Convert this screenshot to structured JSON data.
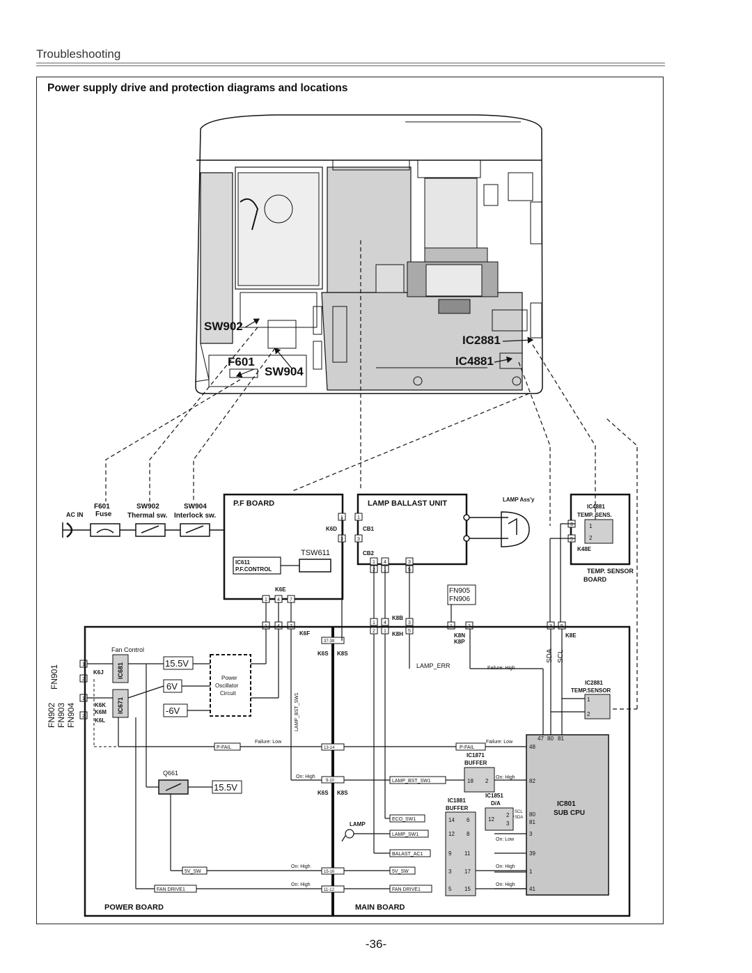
{
  "page": {
    "section": "Troubleshooting",
    "title": "Power supply drive and protection diagrams and locations",
    "page_number": "-36-"
  },
  "device_labels": {
    "sw902": "SW902",
    "f601": "F601",
    "sw904": "SW904",
    "ic2881": "IC2881",
    "ic4881": "IC4881"
  },
  "schematic": {
    "ac_in": "AC IN",
    "f601": "F601",
    "fuse": "Fuse",
    "sw902": "SW902",
    "thermal_sw": "Thermal sw.",
    "sw904": "SW904",
    "interlock_sw": "Interlock sw.",
    "pf_board": "P.F BOARD",
    "k6d": "K6D",
    "tsw611": "TSW611",
    "ic611": "IC611",
    "pf_control": "P.F.CONTROL",
    "k6e": "K6E",
    "lamp_ballast_unit": "LAMP BALLAST UNIT",
    "cb1": "CB1",
    "cb2": "CB2",
    "lamp_assy": "LAMP Ass'y",
    "ic4881": "IC4881",
    "temp_sens": "TEMP. SENS.",
    "k48e": "K48E",
    "temp_sensor_board_1": "TEMP. SENSOR",
    "temp_sensor_board_2": "BOARD",
    "fn905": "FN905",
    "fn906": "FN906",
    "k8b": "K8B",
    "k8h": "K8H",
    "k8n": "K8N",
    "k8p": "K8P",
    "k8e": "K8E",
    "k6f": "K6F",
    "k6s": "K6S",
    "k8s": "K8S",
    "conn_37_38": "37-38",
    "fan_control": "Fan Control",
    "fn901": "FN901",
    "fn902": "FN902",
    "fn903": "FN903",
    "fn904": "FN904",
    "k6j": "K6J",
    "k6k": "K6K",
    "k6m": "K6M",
    "k6l": "K6L",
    "ic681": "IC681",
    "ic671": "IC671",
    "v15_5": "15.5V",
    "v6": "6V",
    "vm6": "-6V",
    "power_osc_1": "Power",
    "power_osc_2": "Oscillator",
    "power_osc_3": "Circuit",
    "lamp_bst_sw1_vert": "LAMP_BST_SW1",
    "sda": "SDA",
    "scl": "SCL",
    "lamp_err": "LAMP_ERR",
    "failure_high": "Failure: High",
    "ic2881": "IC2881",
    "temp_sensor": "TEMP.SENSOR",
    "p_fail": "P-FAIL",
    "failure_low": "Failure: Low",
    "conn_13_14": "13-14",
    "ic1871": "IC1871",
    "buffer": "BUFFER",
    "q661": "Q661",
    "on_high": "On: High",
    "on_low": "On: Low",
    "conn_9_10": "9-10",
    "lamp_bst_sw1": "LAMP_BST_SW1",
    "ic1881": "IC1881",
    "ic1851": "IC1851",
    "da": "D/A",
    "ic801": "IC801",
    "sub_cpu": "SUB CPU",
    "eco_sw1": "ECO_SW1",
    "lamp": "LAMP",
    "lamp_sw1": "LAMP_SW1",
    "balast_ac1": "BALAST_AC1",
    "sv_sw": "5V_SW",
    "conn_15_16": "15-16",
    "fan_drive1": "FAN DRIVE1",
    "conn_11_12": "11-12",
    "power_board": "POWER BOARD",
    "main_board": "MAIN BOARD",
    "pin_1": "1",
    "pin_2": "2",
    "pin_3": "3",
    "pin_4": "4",
    "pin_5": "5",
    "pin_6": "6",
    "pin_7": "7",
    "pin_8": "8",
    "pin_9": "9",
    "pin_11": "11",
    "pin_12": "12",
    "pin_14": "14",
    "pin_15": "15",
    "pin_17": "17",
    "pin_18": "18",
    "pin_39": "39",
    "pin_41": "41",
    "pin_47": "47",
    "pin_48": "48",
    "pin_80": "80",
    "pin_81": "81",
    "pin_82": "82"
  }
}
